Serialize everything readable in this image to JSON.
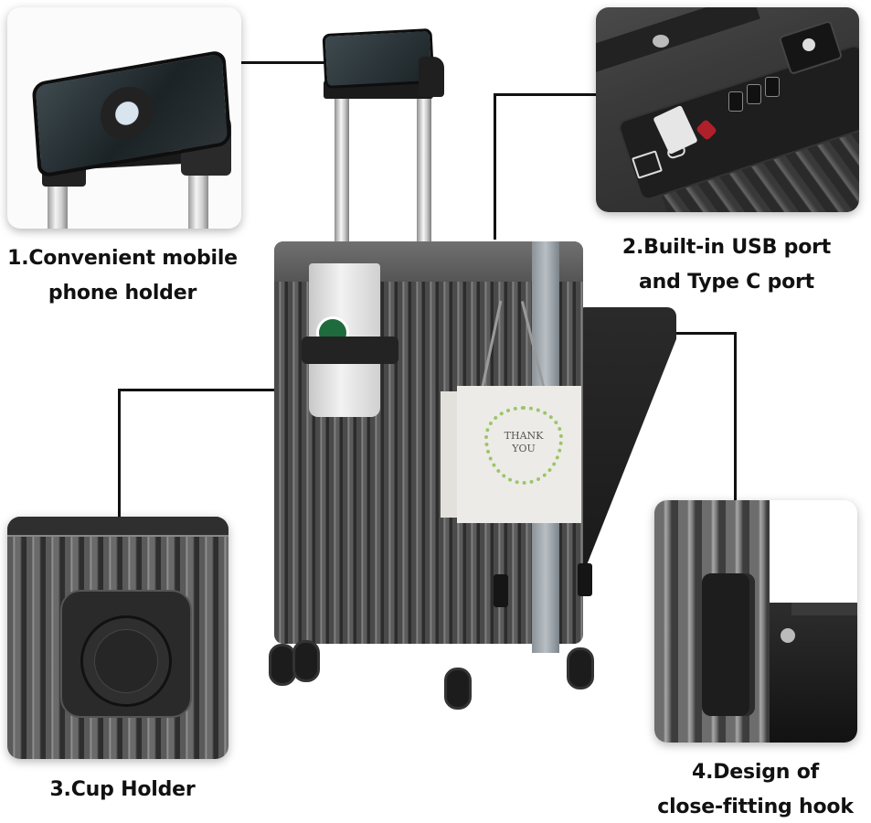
{
  "features": [
    {
      "number": "1",
      "title": "1.Convenient mobile",
      "title_line2": "phone holder",
      "icon": "phone-holder-icon"
    },
    {
      "number": "2",
      "title": "2.Built-in USB port",
      "title_line2": "and Type C port",
      "icon": "usb-port-icon"
    },
    {
      "number": "3",
      "title": "3.Cup Holder",
      "icon": "cup-holder-icon"
    },
    {
      "number": "4",
      "title": "4.Design of",
      "title_line2": "close-fitting hook",
      "icon": "hook-icon"
    }
  ],
  "product": {
    "name": "suitcase-with-phone-holder-and-cup-holder",
    "color": "#5a5a5a",
    "gift_bag_text": "THANK YOU"
  },
  "colors": {
    "background": "#ffffff",
    "text": "#111111",
    "connector_line": "#111111",
    "shell_gray": "#5a5a5a",
    "tsa_red": "#b0202a",
    "cup_logo_green": "#1e6b3e"
  }
}
